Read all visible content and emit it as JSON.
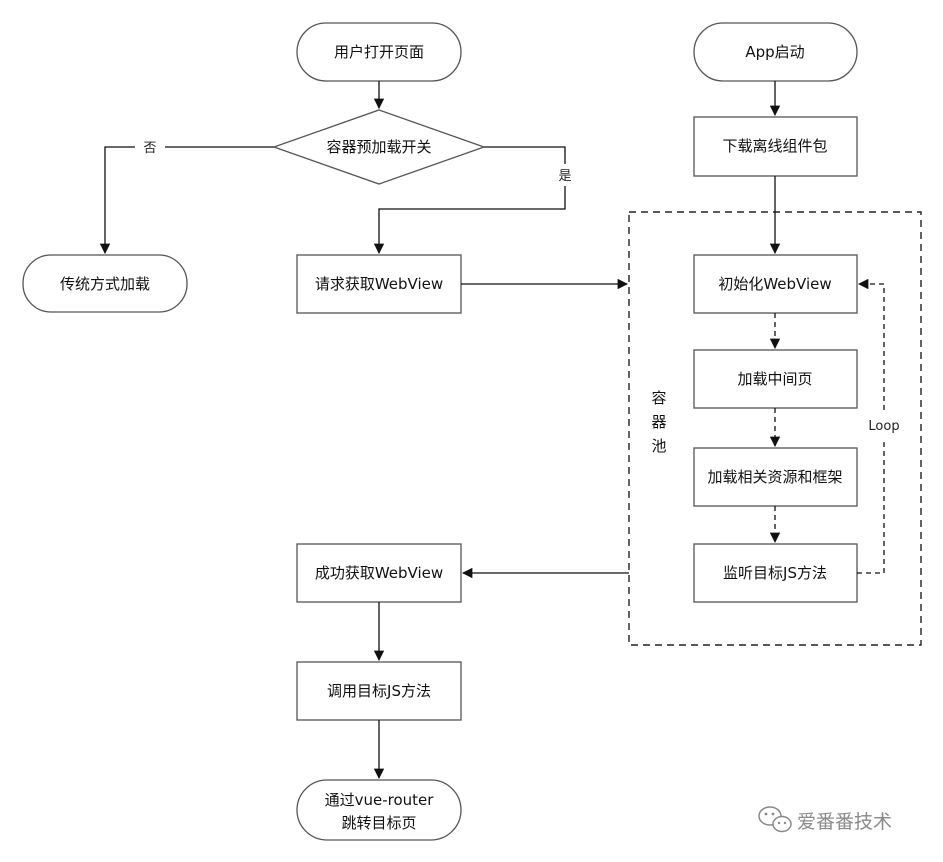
{
  "nodes": {
    "user_open_page": "用户打开页面",
    "preload_switch": "容器预加载开关",
    "traditional_load": "传统方式加载",
    "request_webview": "请求获取WebView",
    "success_webview": "成功获取WebView",
    "call_js": "调用目标JS方法",
    "vue_router_line1": "通过vue-router",
    "vue_router_line2": "跳转目标页",
    "app_start": "App启动",
    "download_pkg": "下载离线组件包",
    "init_webview": "初始化WebView",
    "load_middle": "加载中间页",
    "load_resources": "加载相关资源和框架",
    "listen_js": "监听目标JS方法"
  },
  "edge_labels": {
    "no": "否",
    "yes": "是",
    "loop": "Loop"
  },
  "pool_label": [
    "容",
    "器",
    "池"
  ],
  "watermark": "爱番番技术"
}
